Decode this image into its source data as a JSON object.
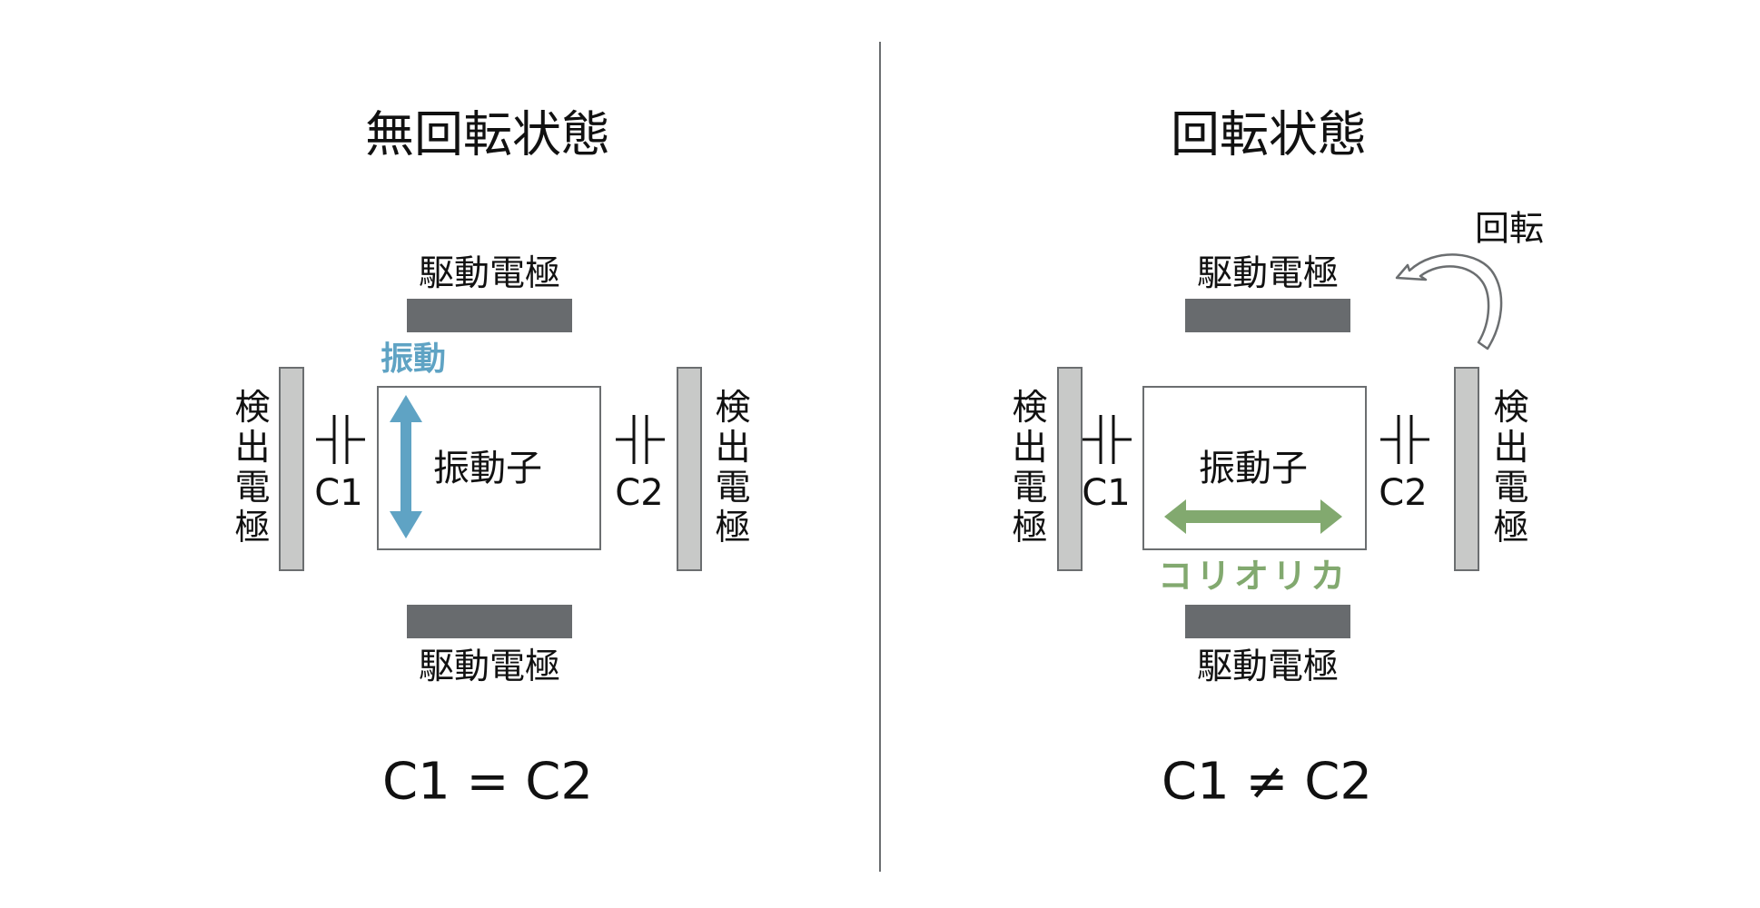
{
  "left": {
    "title": "無回転状態",
    "drive_top": "駆動電極",
    "drive_bottom": "駆動電極",
    "detect_left": "検出電極",
    "detect_right": "検出電極",
    "c1": "C1",
    "c2": "C2",
    "vibrator": "振動子",
    "vibration": "振動",
    "equation": "C1 = C2"
  },
  "right": {
    "title": "回転状態",
    "drive_top": "駆動電極",
    "drive_bottom": "駆動電極",
    "detect_left": "検出電極",
    "detect_right": "検出電極",
    "c1": "C1",
    "c2": "C2",
    "vibrator": "振動子",
    "coriolis": "コリオリカ",
    "rotation": "回転",
    "equation": "C1 ≠ C2"
  },
  "colors": {
    "drive": "#686b6e",
    "detect": "#c8c9c8",
    "vibration": "#5fa3c4",
    "coriolis": "#82a96f"
  }
}
